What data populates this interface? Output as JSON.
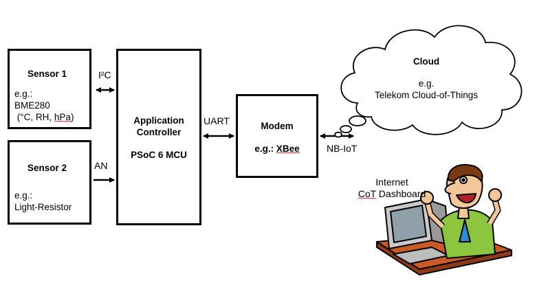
{
  "sensor1": {
    "title": "Sensor 1",
    "line1": "e.g.:",
    "line2": "BME280",
    "line3a": " (°C, RH, ",
    "line3b": "hPa",
    "line3c": ")"
  },
  "sensor2": {
    "title": "Sensor 2",
    "line1": "e.g.:",
    "line2": "Light-Resistor"
  },
  "controller": {
    "title1": "Application",
    "title2": "Controller",
    "subtitle": "PSoC 6 MCU"
  },
  "modem": {
    "title": "Modem",
    "sub_prefix": "e.g.: ",
    "sub_name": "XBee"
  },
  "cloud": {
    "title": "Cloud",
    "line1": "e.g.",
    "line2": "Telekom Cloud-of-Things"
  },
  "links": {
    "i2c": "I²C",
    "an": "AN",
    "uart": "UART",
    "nbiot": "NB-IoT"
  },
  "internet": {
    "line1": "Internet",
    "line2a": "CoT",
    "line2b": " Dashboard"
  },
  "icons": [
    "double-arrow-icon",
    "arrow-right-icon",
    "cloud-icon",
    "person-at-computer-icon"
  ]
}
